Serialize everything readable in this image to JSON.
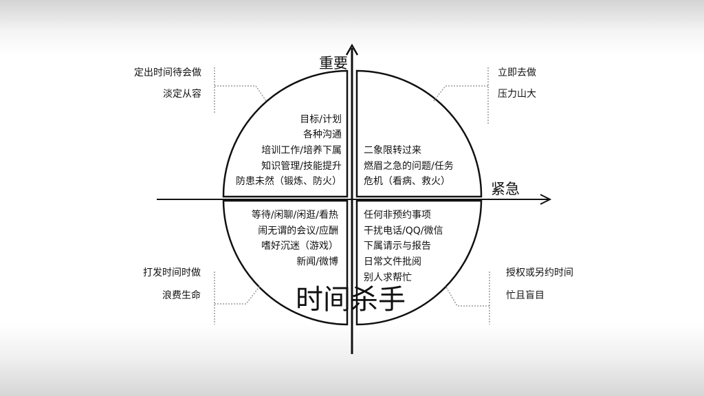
{
  "axes": {
    "vertical_label": "重要",
    "horizontal_label": "紧急"
  },
  "quadrants": {
    "top_left": {
      "items": [
        "目标/计划",
        "各种沟通",
        "培训工作/培养下属",
        "知识管理/技能提升",
        "防患未然（锻炼、防火）"
      ]
    },
    "top_right": {
      "items": [
        "二象限转过来",
        "燃眉之急的问题/任务",
        "危机（看病、救火）"
      ]
    },
    "bottom_left": {
      "items": [
        "等待/闲聊/闲逛/看热",
        "闹无谓的会议/应酬",
        "嗜好沉迷（游戏）",
        "新闻/微博"
      ]
    },
    "bottom_right": {
      "items": [
        "任何非预约事项",
        "干扰电话/QQ/微信",
        "下属请示与报告",
        "日常文件批阅",
        "别人求帮忙"
      ]
    }
  },
  "callouts": {
    "top_left": [
      "定出时间待会做",
      "淡定从容"
    ],
    "top_right": [
      "立即去做",
      "压力山大"
    ],
    "bottom_left": [
      "打发时间时做",
      "浪费生命"
    ],
    "bottom_right": [
      "授权或另约时间",
      "忙且盲目"
    ]
  },
  "center_title": "时间杀手",
  "colors": {
    "line": "#111111",
    "dotted": "#999999",
    "text": "#111111"
  }
}
